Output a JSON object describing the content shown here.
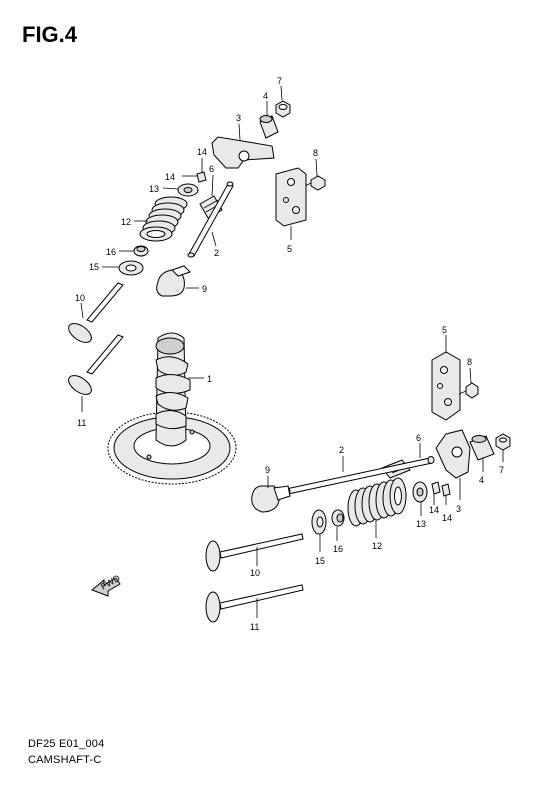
{
  "figure": {
    "title": "FIG.4",
    "model_code": "DF25 E01_004",
    "section_name": "CAMSHAFT-C",
    "direction_arrow": "FWD"
  },
  "callouts": {
    "top_assembly": [
      "7",
      "4",
      "3",
      "8",
      "14",
      "6",
      "13",
      "12",
      "2",
      "5",
      "16",
      "15",
      "9",
      "10",
      "11"
    ],
    "camshaft": [
      "1"
    ],
    "bottom_assembly": [
      "5",
      "8",
      "6",
      "2",
      "4",
      "7",
      "9",
      "14",
      "14",
      "13",
      "3",
      "12",
      "16",
      "15",
      "10",
      "11"
    ]
  }
}
